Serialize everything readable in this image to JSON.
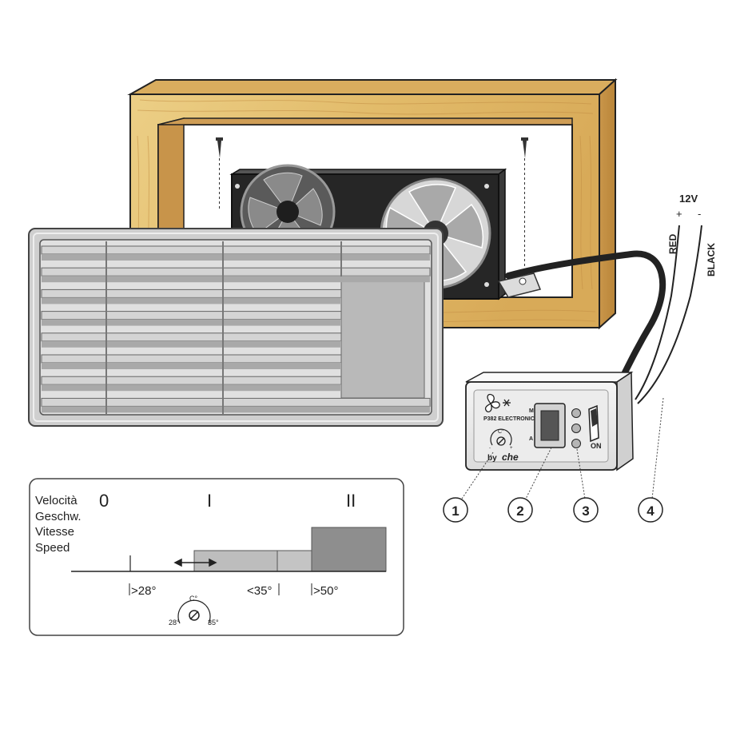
{
  "colors": {
    "wood_light": "#e8c878",
    "wood_dark": "#c9964a",
    "grille": "#c9c9c9",
    "panel": "#2a2a2a",
    "control_box": "#eeeeee",
    "dark_segment": "#8e8e8e",
    "light_segment": "#bdbdbd"
  },
  "icons": [
    "screw-icon",
    "fan-icon",
    "snowflake-icon",
    "thermostat-dial-icon",
    "double-arrow-icon"
  ],
  "wiring": {
    "voltage": "12V",
    "plus": "+",
    "minus": "-",
    "red": "RED",
    "black": "BLACK"
  },
  "control_box": {
    "model": "P382 ELECTRONIC",
    "unit": "C°",
    "brand_by": "by",
    "brand_name": "che",
    "mode_m": "M",
    "mode_a": "A",
    "switch_label": "ON"
  },
  "callouts": [
    "1",
    "2",
    "3",
    "4"
  ],
  "speed_chart": {
    "labels": [
      "Velocità",
      "Geschw.",
      "Vitesse",
      "Speed"
    ],
    "levels": [
      "0",
      "I",
      "II"
    ],
    "thresholds": [
      ">28°",
      "<35°",
      ">50°"
    ],
    "dial_unit": "C°",
    "dial_min": "28°",
    "dial_max": "35°"
  }
}
